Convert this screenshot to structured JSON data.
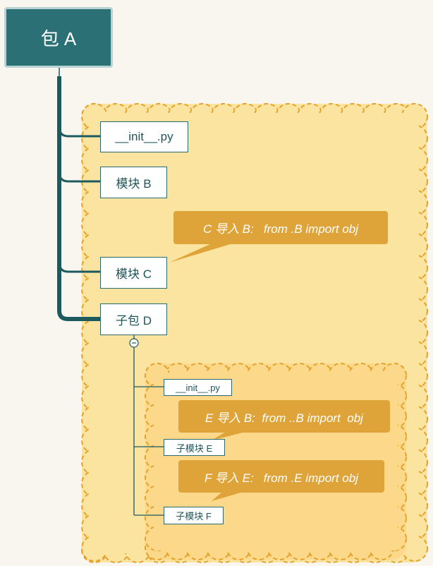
{
  "root": {
    "label": "包 A"
  },
  "package_a": {
    "init": "__init__.py",
    "module_b": "模块 B",
    "module_c": "模块 C",
    "subpackage_d": "子包 D",
    "callout_c": "C 导入 B:   from .B import obj"
  },
  "subpackage_d_contents": {
    "init": "__init__.py",
    "module_e": "子模块 E",
    "module_f": "子模块 F",
    "callout_e": "E 导入 B:  from ..B import  obj",
    "callout_f": "F 导入 E:   from .E import obj"
  },
  "colors": {
    "root_fill": "#2b7075",
    "connector": "#1d5a5e",
    "cloud_fill": "#fbe3a0",
    "cloud_stroke": "#e3a32c",
    "callout_fill": "#dea439"
  }
}
